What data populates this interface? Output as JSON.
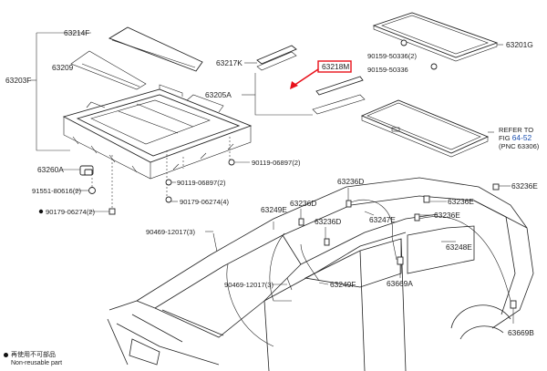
{
  "diagram": {
    "parts": {
      "p63214F": "63214F",
      "p63209": "63209",
      "p63203F": "63203F",
      "p63217K": "63217K",
      "p63205A": "63205A",
      "p63218M": "63218M",
      "p90159_50336_a": "90159-50336",
      "p90159_50336_a_qty": "(2)",
      "p90159_50336_b": "90159-50336",
      "p63201G": "63201G",
      "p63260A": "63260A",
      "p91551_80616": "91551-80616",
      "p91551_80616_qty": "(2)",
      "p90179_06274_a": "90179-06274",
      "p90179_06274_a_qty": "(2)",
      "p90119_06897_a": "90119-06897",
      "p90119_06897_a_qty": "(2)",
      "p90119_06897_b": "90119-06897",
      "p90119_06897_b_qty": "(2)",
      "p90179_06274_b": "90179-06274",
      "p90179_06274_b_qty": "(4)",
      "p90469_12017_a": "90469-12017",
      "p90469_12017_a_qty": "(3)",
      "p90469_12017_b": "90469-12017",
      "p90469_12017_b_qty": "(3)",
      "p63249E": "63249E",
      "p63236D_a": "63236D",
      "p63236D_b": "63236D",
      "p63236D_c": "63236D",
      "p63236E_a": "63236E",
      "p63236E_b": "63236E",
      "p63247E": "63247E",
      "p63248E": "63248E",
      "p63249F": "63249F",
      "p63669A": "63669A",
      "p63669B": "63669B"
    },
    "refer": {
      "line1": "REFER TO",
      "line2_prefix": "FIG ",
      "line2_link": "64-52",
      "line3": "(PNC 63306)"
    },
    "legend": {
      "line1": "再使用不可部品",
      "line2": "Non-reusable part"
    },
    "colors": {
      "highlight": "#e8101a",
      "link": "#1a4fb0",
      "ink": "#222222"
    }
  }
}
